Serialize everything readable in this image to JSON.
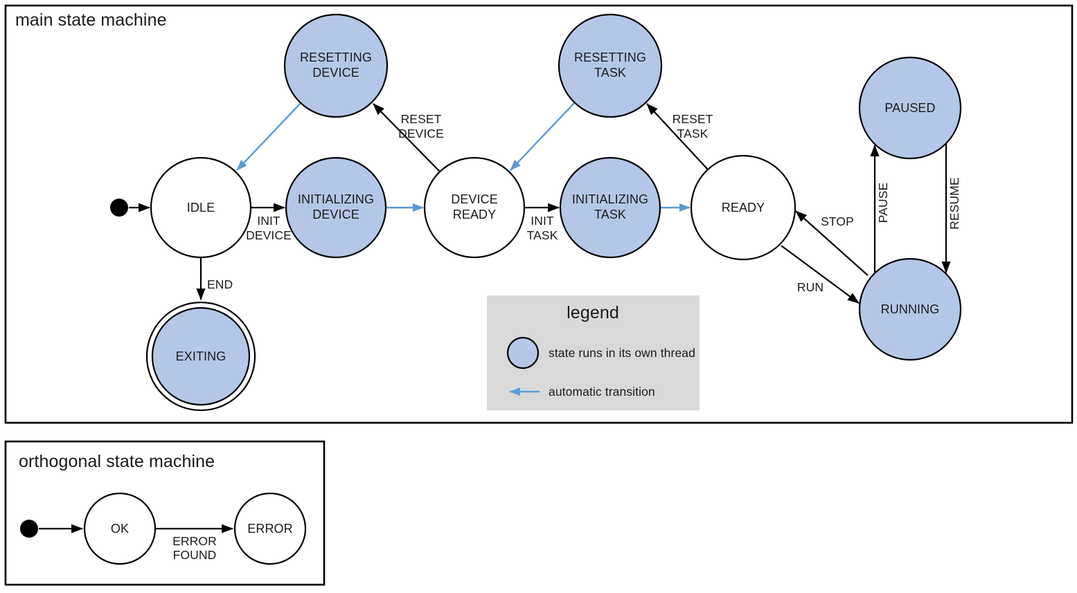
{
  "palette": {
    "thread_state_fill": "#b5c7e8",
    "plain_state_fill": "#ffffff",
    "auto_transition_color": "#5b9bd5",
    "edge_color": "#000000",
    "legend_background": "#d9d9d9"
  },
  "main": {
    "title": "main state machine",
    "states": {
      "idle": {
        "label": "IDLE",
        "thread": false
      },
      "resetting_device": {
        "line1": "RESETTING",
        "line2": "DEVICE",
        "thread": true
      },
      "initializing_device": {
        "line1": "INITIALIZING",
        "line2": "DEVICE",
        "thread": true
      },
      "device_ready": {
        "line1": "DEVICE",
        "line2": "READY",
        "thread": false
      },
      "resetting_task": {
        "line1": "RESETTING",
        "line2": "TASK",
        "thread": true
      },
      "initializing_task": {
        "line1": "INITIALIZING",
        "line2": "TASK",
        "thread": true
      },
      "ready": {
        "label": "READY",
        "thread": false
      },
      "paused": {
        "label": "PAUSED",
        "thread": true
      },
      "running": {
        "label": "RUNNING",
        "thread": true
      },
      "exiting": {
        "label": "EXITING",
        "thread": true,
        "final_state": true
      }
    },
    "transitions": {
      "init_device": {
        "line1": "INIT",
        "line2": "DEVICE"
      },
      "reset_device": {
        "line1": "RESET",
        "line2": "DEVICE"
      },
      "init_task": {
        "line1": "INIT",
        "line2": "TASK"
      },
      "reset_task": {
        "line1": "RESET",
        "line2": "TASK"
      },
      "end": {
        "label": "END"
      },
      "run": {
        "label": "RUN"
      },
      "stop": {
        "label": "STOP"
      },
      "pause": {
        "label": "PAUSE"
      },
      "resume": {
        "label": "RESUME"
      }
    },
    "edges": [
      {
        "from": "initial",
        "to": "idle",
        "label": "",
        "automatic": false
      },
      {
        "from": "idle",
        "to": "initializing_device",
        "label": "INIT DEVICE",
        "automatic": false
      },
      {
        "from": "initializing_device",
        "to": "device_ready",
        "label": "",
        "automatic": true
      },
      {
        "from": "device_ready",
        "to": "resetting_device",
        "label": "RESET DEVICE",
        "automatic": false
      },
      {
        "from": "resetting_device",
        "to": "idle",
        "label": "",
        "automatic": true
      },
      {
        "from": "device_ready",
        "to": "initializing_task",
        "label": "INIT TASK",
        "automatic": false
      },
      {
        "from": "initializing_task",
        "to": "ready",
        "label": "",
        "automatic": true
      },
      {
        "from": "ready",
        "to": "resetting_task",
        "label": "RESET TASK",
        "automatic": false
      },
      {
        "from": "resetting_task",
        "to": "device_ready",
        "label": "",
        "automatic": true
      },
      {
        "from": "idle",
        "to": "exiting",
        "label": "END",
        "automatic": false
      },
      {
        "from": "ready",
        "to": "running",
        "label": "RUN",
        "automatic": false
      },
      {
        "from": "running",
        "to": "ready",
        "label": "STOP",
        "automatic": false
      },
      {
        "from": "running",
        "to": "paused",
        "label": "PAUSE",
        "automatic": false
      },
      {
        "from": "paused",
        "to": "running",
        "label": "RESUME",
        "automatic": false
      }
    ],
    "legend": {
      "title": "legend",
      "thread_item": "state runs in its own thread",
      "auto_item": "automatic transition"
    }
  },
  "orthogonal": {
    "title": "orthogonal state machine",
    "states": {
      "ok": {
        "label": "OK"
      },
      "error": {
        "label": "ERROR"
      }
    },
    "transitions": {
      "error_found": {
        "line1": "ERROR",
        "line2": "FOUND"
      }
    },
    "edges": [
      {
        "from": "initial",
        "to": "ok",
        "label": "",
        "automatic": false
      },
      {
        "from": "ok",
        "to": "error",
        "label": "ERROR FOUND",
        "automatic": false
      }
    ]
  }
}
